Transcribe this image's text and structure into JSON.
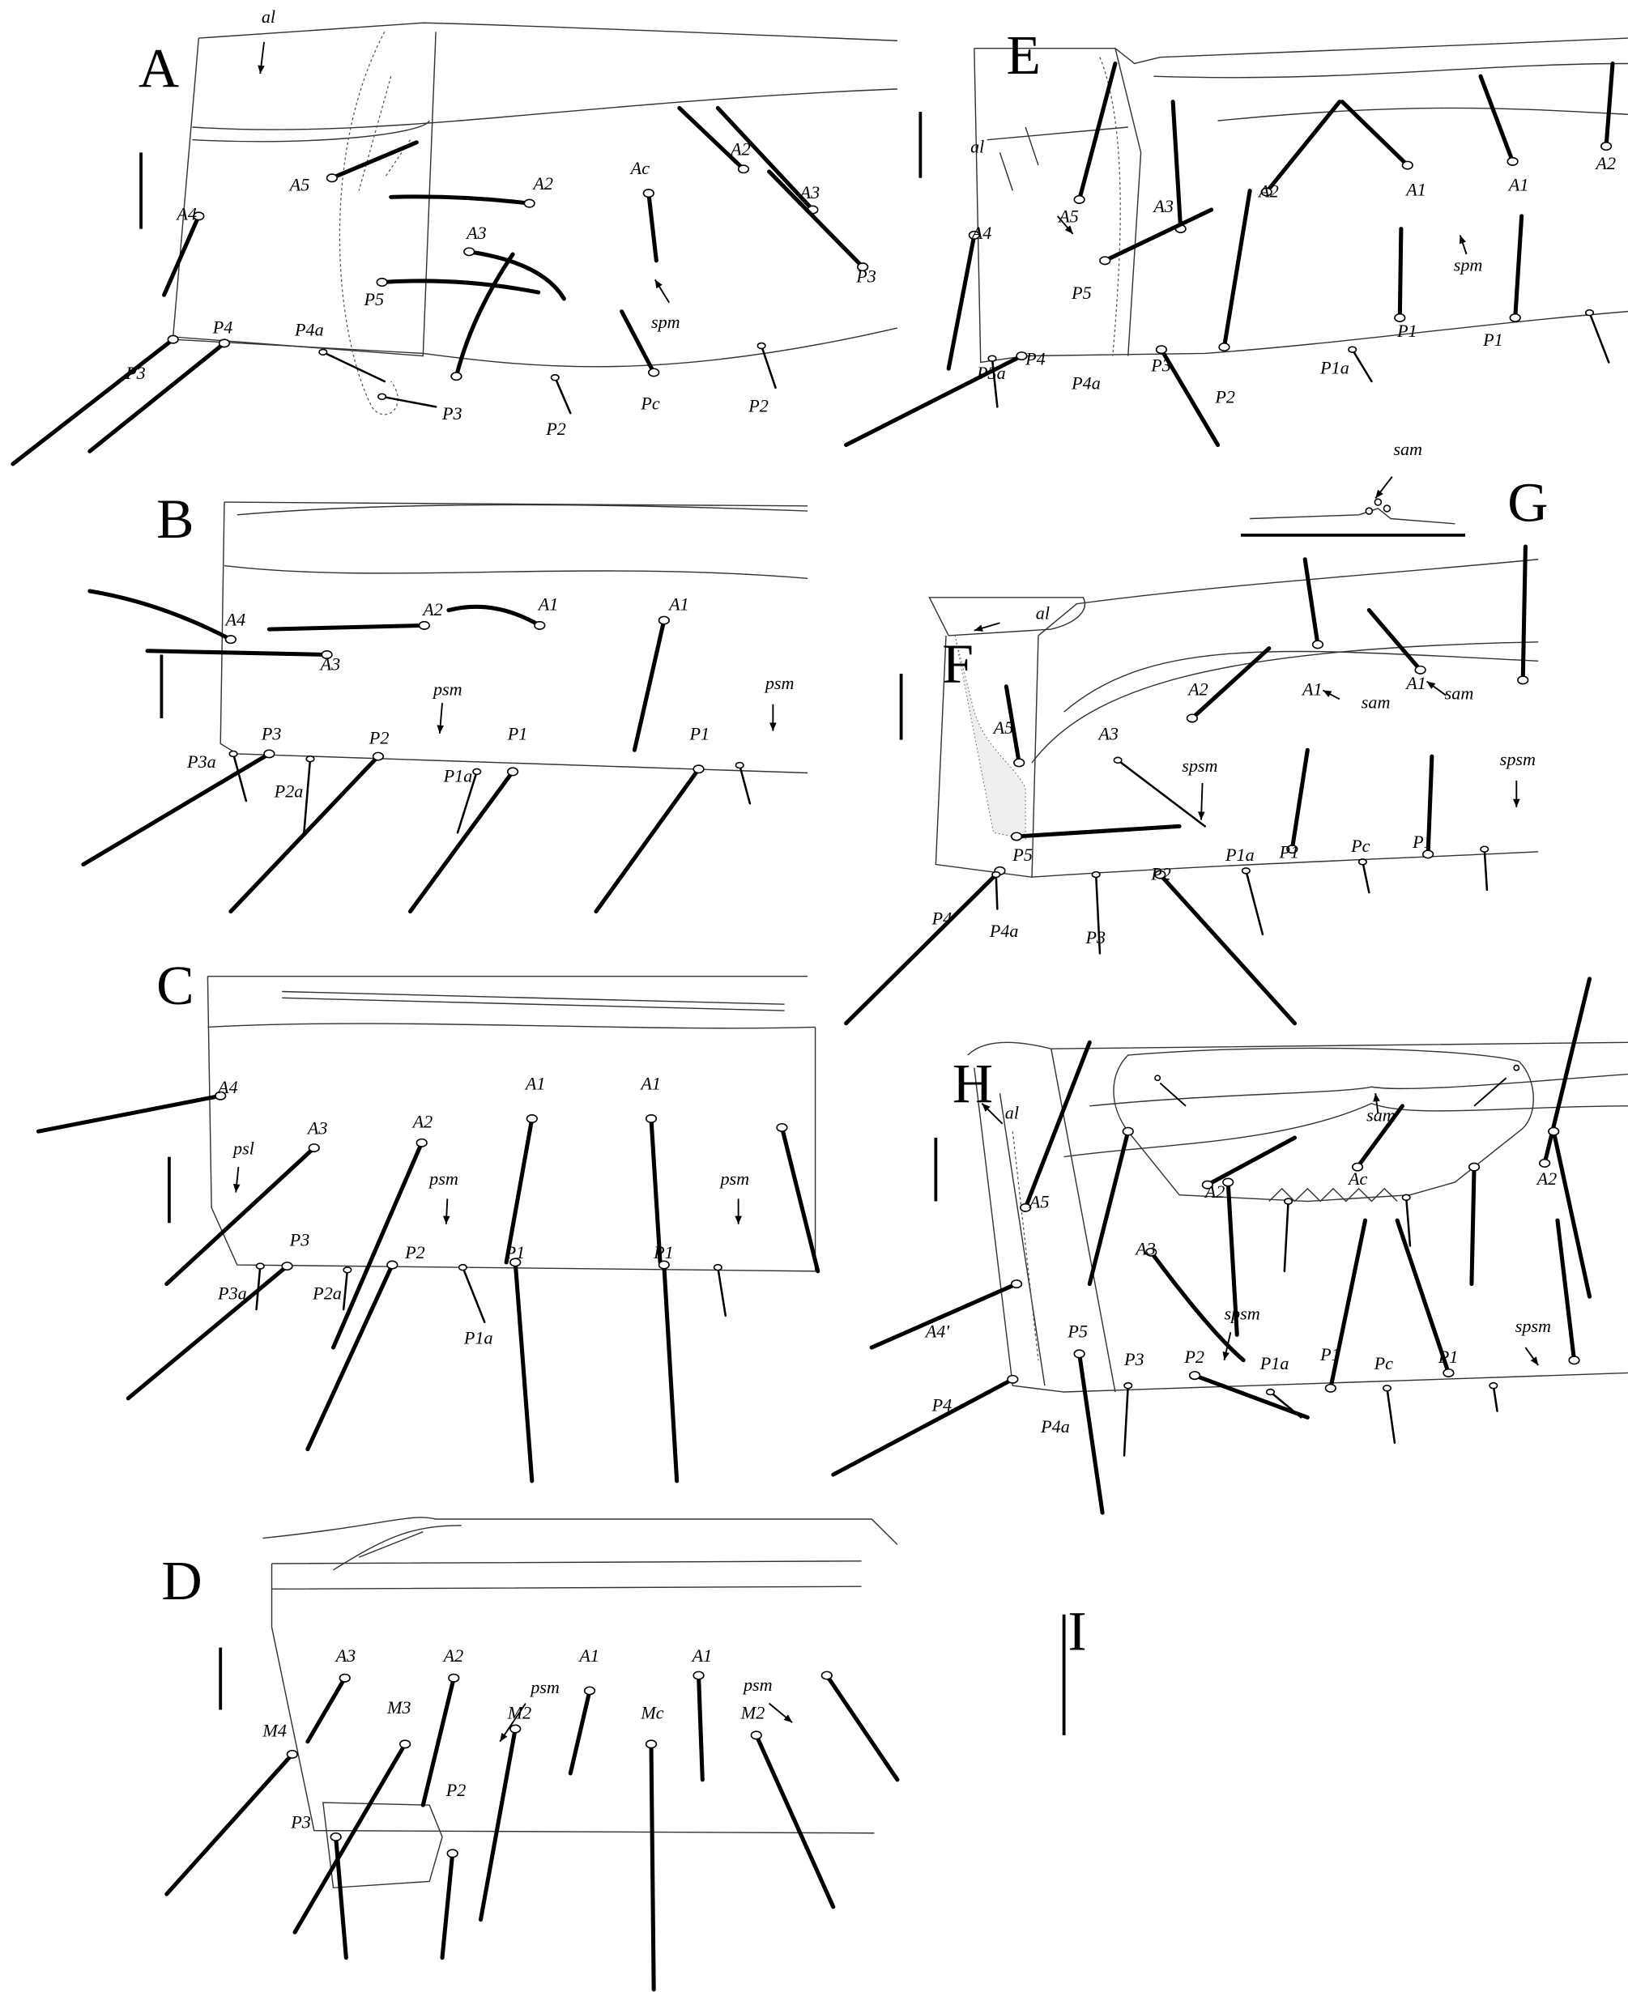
{
  "figure": {
    "panels": [
      {
        "letter": "A",
        "labels": [
          "al",
          "A5",
          "A4",
          "A2",
          "Ac",
          "A2",
          "A3",
          "A3",
          "P5",
          "spm",
          "P3",
          "P3",
          "P4",
          "P4a",
          "P3",
          "P2",
          "Pc",
          "P2"
        ]
      },
      {
        "letter": "B",
        "labels": [
          "A4",
          "A2",
          "A1",
          "A1",
          "A3",
          "psm",
          "psm",
          "P3",
          "P3a",
          "P2",
          "P1",
          "P1",
          "P2a",
          "P1a"
        ]
      },
      {
        "letter": "C",
        "labels": [
          "A4",
          "A3",
          "A2",
          "A1",
          "A1",
          "psl",
          "psm",
          "psm",
          "P3",
          "P3a",
          "P2a",
          "P2",
          "P1",
          "P1",
          "P1a"
        ]
      },
      {
        "letter": "D",
        "labels": [
          "A3",
          "A2",
          "psm",
          "A1",
          "A1",
          "psm",
          "M4",
          "M3",
          "M2",
          "Mc",
          "M2",
          "P2",
          "P3"
        ]
      },
      {
        "letter": "E",
        "labels": [
          "al",
          "A5",
          "A4",
          "A3",
          "A2",
          "A1",
          "A1",
          "A2",
          "spm",
          "P5",
          "P3a",
          "P4",
          "P4a",
          "P3",
          "P2",
          "P1a",
          "P1",
          "P1"
        ]
      },
      {
        "letter": "F",
        "labels": [
          "al",
          "A5",
          "A2",
          "A1",
          "sam",
          "A1",
          "sam",
          "A3",
          "spsm",
          "spsm",
          "P5",
          "P1a",
          "P1",
          "Pc",
          "P1",
          "P2",
          "P4",
          "P4a",
          "P3"
        ]
      },
      {
        "letter": "G",
        "labels": [
          "sam"
        ]
      },
      {
        "letter": "H",
        "labels": [
          "al",
          "sam",
          "A5",
          "A2",
          "Ac",
          "A2",
          "A3",
          "spsm",
          "spsm",
          "A4'",
          "P1",
          "Pc",
          "P1",
          "P5",
          "P3",
          "P2",
          "P1a",
          "P4",
          "P4a"
        ]
      },
      {
        "letter": "I",
        "labels": []
      }
    ]
  }
}
